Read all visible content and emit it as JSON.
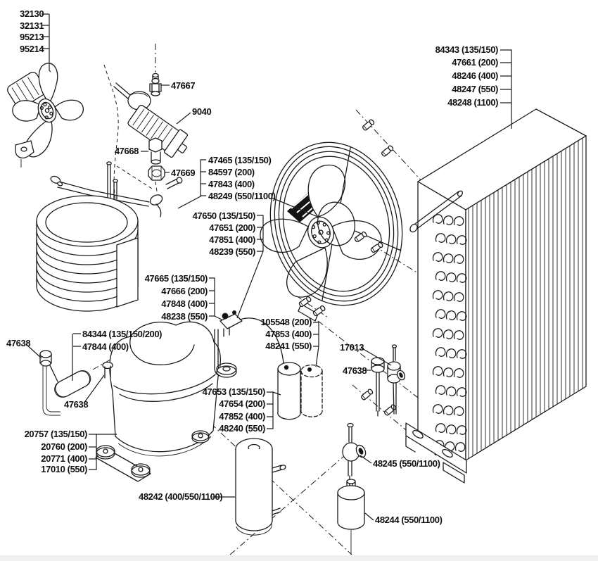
{
  "diagram_type": "exploded-parts-diagram",
  "colors": {
    "background": "#ffffff",
    "line": "#1a1a1a",
    "dark_fill": "#141414"
  },
  "labels": {
    "fan_group": [
      "32130",
      "32131",
      "95213",
      "95214"
    ],
    "fitting_top": "47667",
    "solenoid": "9040",
    "fitting_mid": "47668",
    "nut": "47669",
    "union_group": [
      "47465 (135/150)",
      "84597 (200)",
      "47843 (400)",
      "48249 (550/1100)"
    ],
    "overload_group": [
      "47650 (135/150)",
      "47651 (200)",
      "47851 (400)",
      "48239 (550)"
    ],
    "relay_group": [
      "47665 (135/150)",
      "47666 (200)",
      "47848 (400)",
      "48238 (550)"
    ],
    "condenser_group": [
      "84343 (135/150)",
      "47661 (200)",
      "48246 (400)",
      "48247 (550)",
      "48248 (1100)"
    ],
    "capacitor_group": [
      "105548 (200)",
      "47853 (400)",
      "48241 (550)"
    ],
    "drier_group": [
      "84344 (135/150/200)",
      "47844 (400)"
    ],
    "probe_a": "47638",
    "probe_b": "47638",
    "probe_c": "47638",
    "sensor": "17013",
    "runcap_group": [
      "47653 (135/150)",
      "47654 (200)",
      "47852 (400)",
      "48240 (550)"
    ],
    "compressor_group": [
      "20757 (135/150)",
      "20760 (200)",
      "20771 (400)",
      "17010 (550)"
    ],
    "receiver": "48242 (400/550/1100)",
    "access_valve": "48245 (550/1100)",
    "small_receiver": "48244 (550/1100)"
  }
}
